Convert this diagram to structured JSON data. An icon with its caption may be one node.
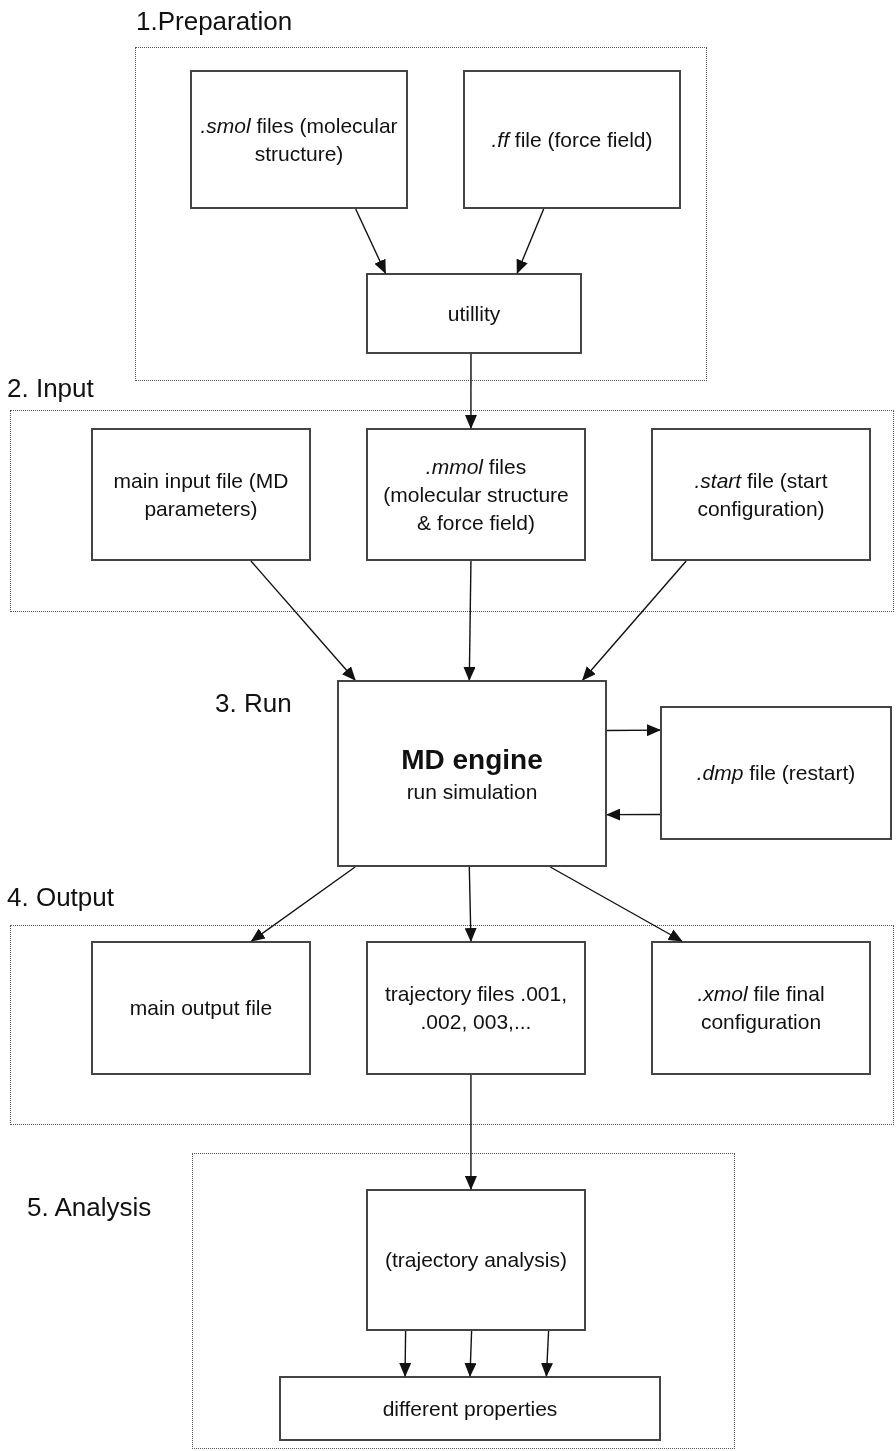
{
  "diagram": {
    "nodes": [
      {
        "text": [
          "1.Preparation"
        ]
      },
      {
        "text": [
          "*.smol* files (molecular structure)"
        ],
        "in": 0
      },
      {
        "text": [
          "*.ff* file (force field)"
        ],
        "in": 0
      },
      {
        "text": [
          "utillity"
        ],
        "in": 0
      },
      {
        "text": [
          "2. Input"
        ]
      },
      {
        "text": [
          "main input file (MD parameters)"
        ],
        "in": 4
      },
      {
        "text": [
          "*.mmol* files (molecular structure & force field)"
        ],
        "in": 4
      },
      {
        "text": [
          "*.start* file (start configuration)"
        ],
        "in": 4
      },
      {
        "text": [
          "MD engine",
          "run simulation"
        ]
      },
      {
        "text": [
          "*.dmp* file (restart)"
        ]
      },
      {
        "text": [
          "4. Output"
        ]
      },
      {
        "text": [
          "main output file"
        ],
        "in": 10
      },
      {
        "text": [
          "trajectory files .001, .002, 003,..."
        ],
        "in": 10
      },
      {
        "text": [
          "*.xmol* file final configuration"
        ],
        "in": 10
      },
      {
        "text": [
          "5. Analysis"
        ]
      },
      {
        "text": [
          "(trajectory analysis)"
        ],
        "in": 14
      },
      {
        "text": [
          "different properties"
        ],
        "in": 14
      }
    ],
    "edges": [
      {
        "from": 1,
        "to": 3,
        "arrow": "to"
      },
      {
        "from": 2,
        "to": 3,
        "arrow": "to"
      },
      {
        "from": 3,
        "to": 6,
        "arrow": "to"
      },
      {
        "from": 5,
        "to": 8,
        "arrow": "to"
      },
      {
        "from": 6,
        "to": 8,
        "arrow": "to"
      },
      {
        "from": 7,
        "to": 8,
        "arrow": "to"
      },
      {
        "from": 8,
        "to": 9,
        "arrow": "to"
      },
      {
        "from": 9,
        "to": 8,
        "arrow": "to"
      },
      {
        "from": 8,
        "to": 11,
        "arrow": "to"
      },
      {
        "from": 8,
        "to": 12,
        "arrow": "to"
      },
      {
        "from": 8,
        "to": 13,
        "arrow": "to"
      },
      {
        "from": 12,
        "to": 15,
        "arrow": "to"
      },
      {
        "from": 15,
        "to": 16,
        "arrow": "to"
      },
      {
        "from": 15,
        "to": 16,
        "arrow": "to"
      },
      {
        "from": 15,
        "to": 16,
        "arrow": "to"
      }
    ],
    "labels": [
      "3. Run"
    ]
  }
}
